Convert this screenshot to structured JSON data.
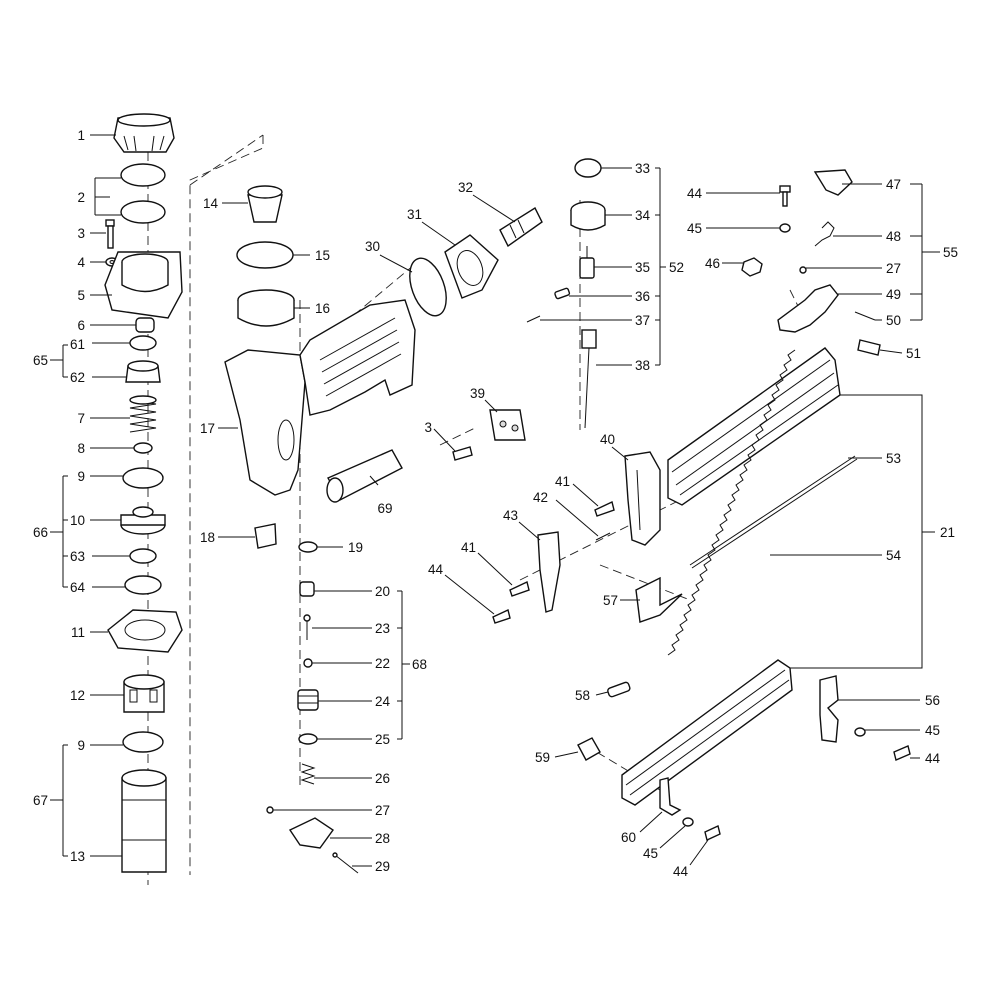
{
  "callouts": {
    "c1": "1",
    "c2": "2",
    "c3a": "3",
    "c4": "4",
    "c5": "5",
    "c6": "6",
    "c61": "61",
    "c62": "62",
    "c65": "65",
    "c7": "7",
    "c8": "8",
    "c9a": "9",
    "c10": "10",
    "c66": "66",
    "c63": "63",
    "c64": "64",
    "c11": "11",
    "c12": "12",
    "c9b": "9",
    "c67": "67",
    "c13": "13",
    "c14": "14",
    "c15": "15",
    "c16": "16",
    "c17": "17",
    "c18": "18",
    "c19": "19",
    "c20": "20",
    "c23": "23",
    "c22": "22",
    "c68": "68",
    "c24": "24",
    "c25": "25",
    "c26": "26",
    "c27b": "27",
    "c28": "28",
    "c29": "29",
    "c30": "30",
    "c31": "31",
    "c32": "32",
    "c69": "69",
    "c33": "33",
    "c34": "34",
    "c35": "35",
    "c52": "52",
    "c36": "36",
    "c37": "37",
    "c38": "38",
    "c39": "39",
    "c3b": "3",
    "c40": "40",
    "c41a": "41",
    "c42": "42",
    "c43": "43",
    "c41b": "41",
    "c44a": "44",
    "c57": "57",
    "c44b": "44",
    "c45a": "45",
    "c46": "46",
    "c47": "47",
    "c48": "48",
    "c55": "55",
    "c27a": "27",
    "c49": "49",
    "c50": "50",
    "c51": "51",
    "c53": "53",
    "c21": "21",
    "c54": "54",
    "c58": "58",
    "c56": "56",
    "c45b": "45",
    "c44c": "44",
    "c59": "59",
    "c60": "60",
    "c45c": "45",
    "c44d": "44"
  }
}
